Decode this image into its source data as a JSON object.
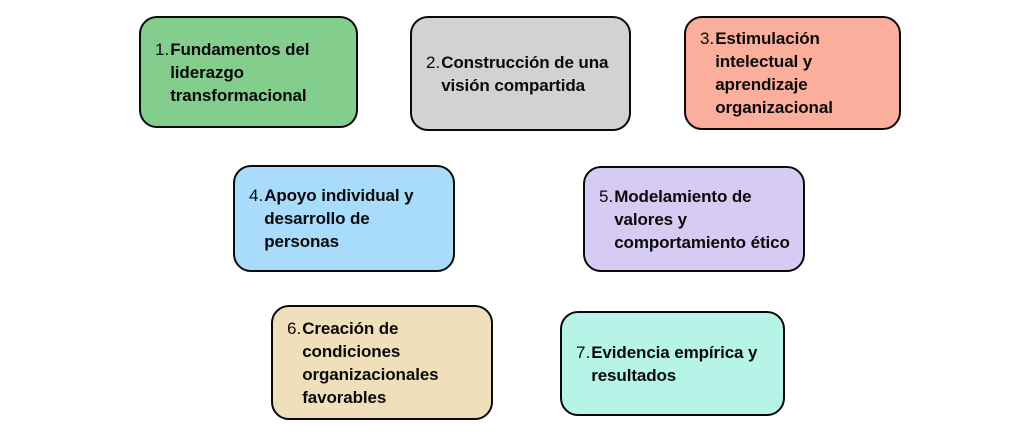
{
  "diagram": {
    "background_color": "#ffffff",
    "border_color": "#0a0a0a",
    "text_color": "#0a0a0a",
    "nodes": [
      {
        "number": "1.",
        "label": "Fundamentos del liderazgo transformacional",
        "color": "#84ce8d"
      },
      {
        "number": "2.",
        "label": "Construcción de una visión compartida",
        "color": "#d2d2d2"
      },
      {
        "number": "3.",
        "label": "Estimulación intelectual y aprendizaje organizacional",
        "color": "#fcae9c"
      },
      {
        "number": "4.",
        "label": "Apoyo individual y desarrollo de personas",
        "color": "#a9dbfb"
      },
      {
        "number": "5.",
        "label": "Modelamiento de valores y comportamiento ético",
        "color": "#d5cbf3"
      },
      {
        "number": "6.",
        "label": "Creación de condiciones organizacionales favorables",
        "color": "#efdfbb"
      },
      {
        "number": "7.",
        "label": "Evidencia empírica y resultados",
        "color": "#b6f4e8"
      }
    ]
  }
}
